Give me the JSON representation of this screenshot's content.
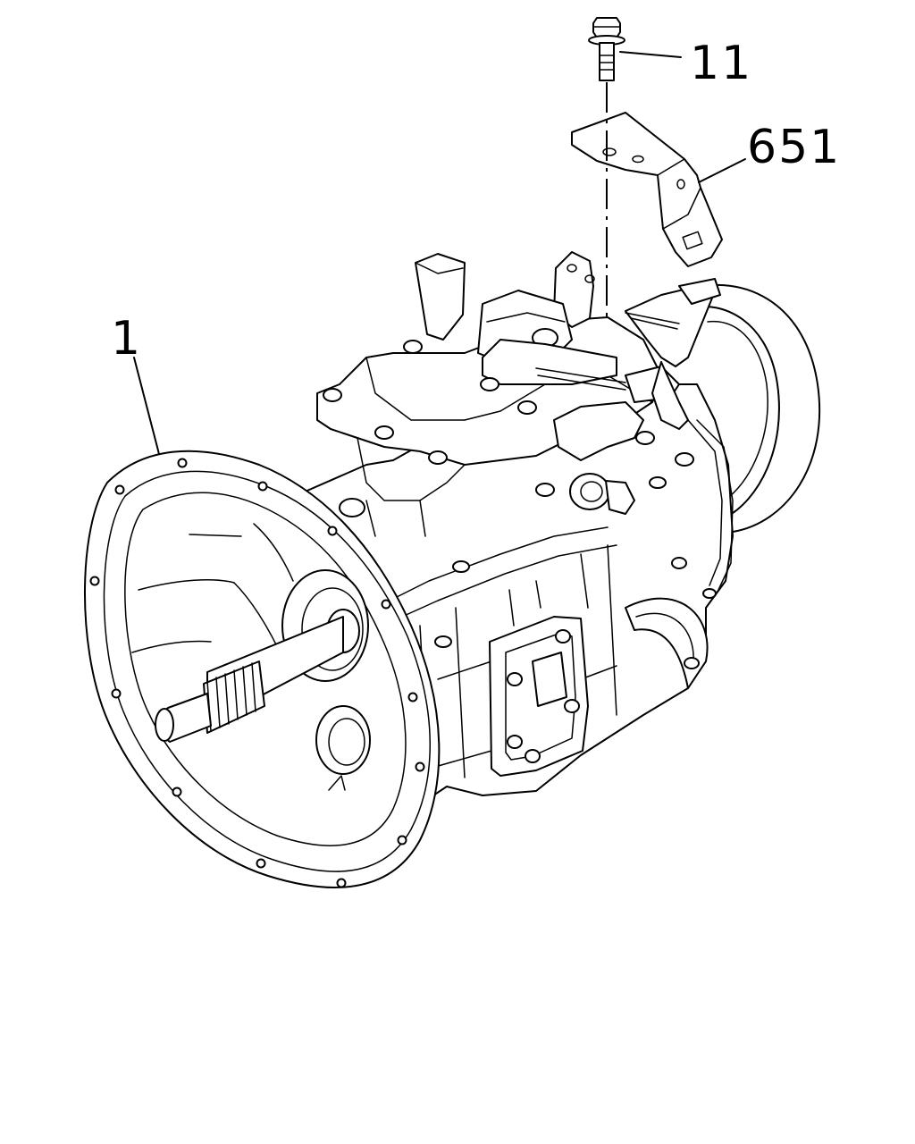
{
  "callouts": [
    {
      "label": "11"
    },
    {
      "label": "651"
    },
    {
      "label": "1"
    }
  ],
  "parts": {
    "bolt": {
      "callout": "11"
    },
    "bracket": {
      "callout": "651"
    },
    "transmission": {
      "callout": "1"
    }
  },
  "colors": {
    "line": "#000000",
    "background": "#ffffff"
  }
}
